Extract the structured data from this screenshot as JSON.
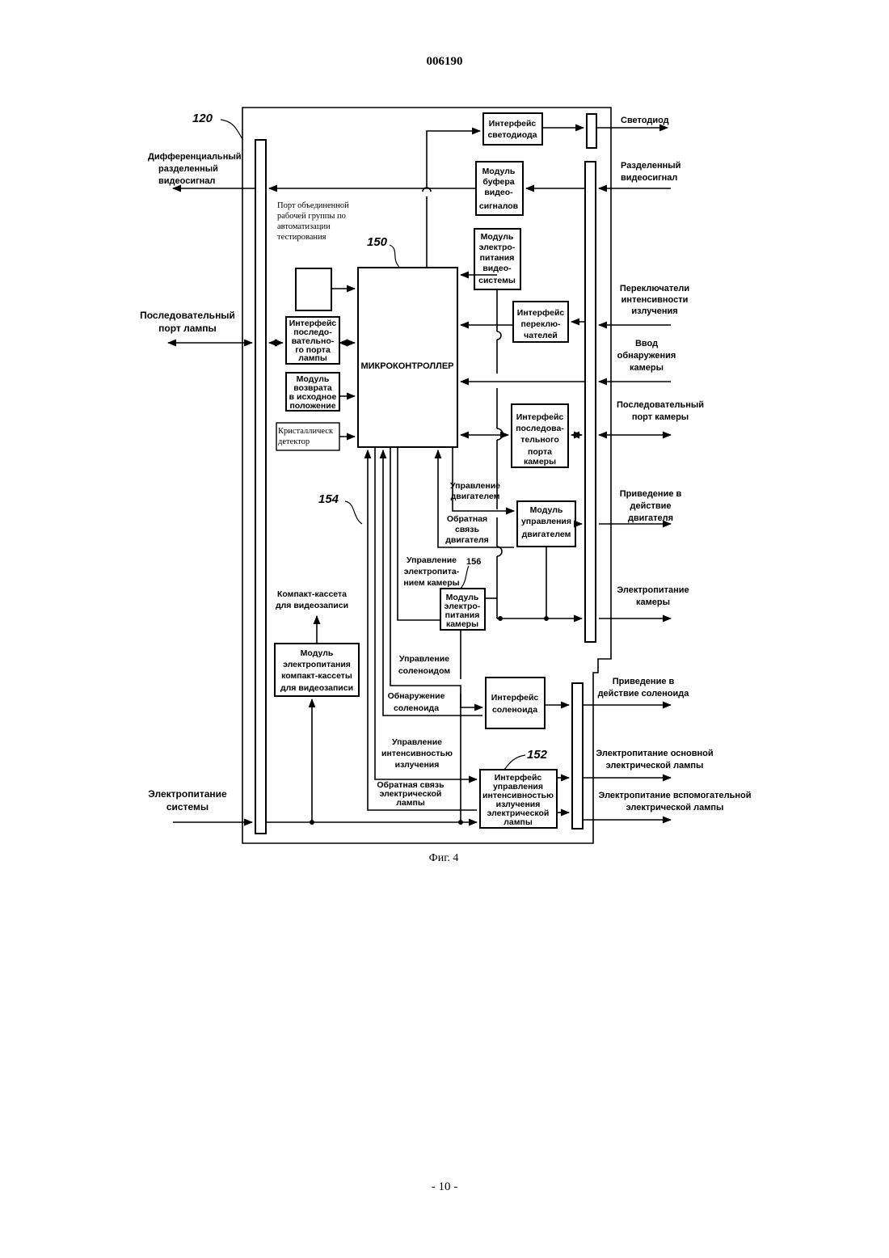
{
  "header": {
    "doc_number": "006190"
  },
  "footer": {
    "page_number": "- 10 -"
  },
  "figure": {
    "caption": "Фиг. 4",
    "ref_labels": {
      "r120": "120",
      "r150": "150",
      "r154": "154",
      "r156": "156",
      "r152": "152"
    },
    "blocks": {
      "led_interface": [
        "Интерфейс",
        "светодиода"
      ],
      "video_buffer": [
        "Модуль",
        "буфера",
        "видео-",
        "сигналов"
      ],
      "video_power": [
        "Модуль",
        "электро-",
        "питания",
        "видео-",
        "системы"
      ],
      "jtag_port": [
        "Порт объединенной",
        "рабочей группы по",
        "автоматизации",
        "тестирования"
      ],
      "lamp_serial_if": [
        "Интерфейс",
        "последо-",
        "вательно-",
        "го порта",
        "лампы"
      ],
      "home_module": [
        "Модуль",
        "возврата",
        "в исходное",
        "положение"
      ],
      "crystal_detector": [
        "Кристаллическ",
        "детектор"
      ],
      "microcontroller": "МИКРОКОНТРОЛЛЕР",
      "switch_if": [
        "Интерфейс",
        "переклю-",
        "чателей"
      ],
      "camera_serial_if": [
        "Интерфейс",
        "последова-",
        "тельного",
        "порта",
        "камеры"
      ],
      "motor_module": [
        "Модуль",
        "управления",
        "двигателем"
      ],
      "camera_power": [
        "Модуль",
        "электро-",
        "питания",
        "камеры"
      ],
      "cassette_power": [
        "Модуль",
        "электропитания",
        "компакт-кассеты",
        "для видеозаписи"
      ],
      "solenoid_if": [
        "Интерфейс",
        "соленоида"
      ],
      "lamp_intensity_if": [
        "Интерфейс",
        "управления",
        "интенсивностью",
        "излучения",
        "электрической",
        "лампы"
      ]
    },
    "signals": {
      "motor_control": [
        "Управление",
        "двигателем"
      ],
      "motor_feedback": [
        "Обратная",
        "связь",
        "двигателя"
      ],
      "camera_power_control": [
        "Управление",
        "электропита-",
        "нием камеры"
      ],
      "cassette": [
        "Компакт-кассета",
        "для видеозаписи"
      ],
      "solenoid_control": [
        "Управление",
        "соленоидом"
      ],
      "solenoid_detect": [
        "Обнаружение",
        "соленоида"
      ],
      "intensity_control": [
        "Управление",
        "интенсивностью",
        "излучения"
      ],
      "lamp_feedback": [
        "Обратная связь",
        "электрической",
        "лампы"
      ]
    },
    "external": {
      "diff_video": [
        "Дифференциальный",
        "разделенный",
        "видеосигнал"
      ],
      "lamp_serial_port": [
        "Последовательный",
        "порт лампы"
      ],
      "system_power": [
        "Электропитание",
        "системы"
      ],
      "led": [
        "Светодиод"
      ],
      "split_video": [
        "Разделенный",
        "видеосигнал"
      ],
      "intensity_switches": [
        "Переключатели",
        "интенсивности",
        "излучения"
      ],
      "camera_detect": [
        "Ввод",
        "обнаружения",
        "камеры"
      ],
      "camera_serial_port": [
        "Последовательный",
        "порт камеры"
      ],
      "motor_drive": [
        "Приведение в",
        "действие",
        "двигателя"
      ],
      "camera_power_out": [
        "Электропитание",
        "камеры"
      ],
      "solenoid_drive": [
        "Приведение в",
        "действие соленоида"
      ],
      "main_lamp_power": [
        "Электропитание основной",
        "электрической лампы"
      ],
      "aux_lamp_power": [
        "Электропитание вспомогательной",
        "электрической лампы"
      ]
    }
  }
}
